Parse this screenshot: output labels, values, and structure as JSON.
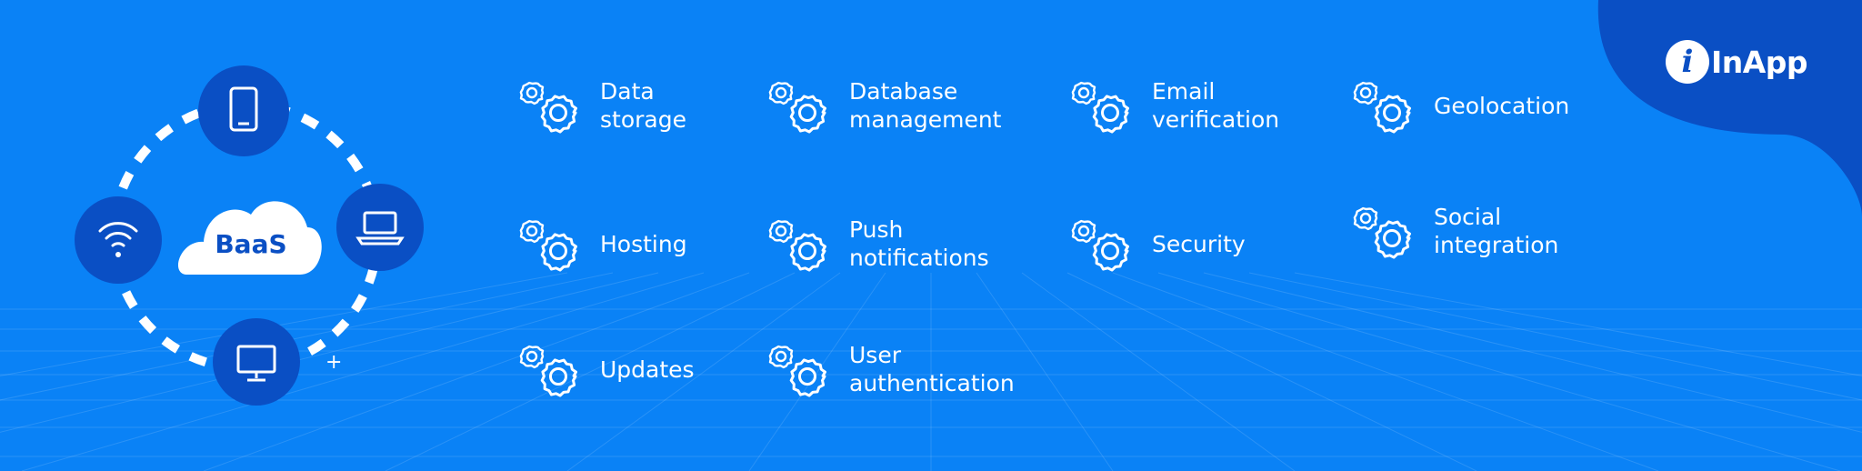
{
  "brand": {
    "name": "InApp",
    "mark": "i",
    "colors": {
      "background": "#0a82f6",
      "dark": "#0a4fc4",
      "text": "#ffffff"
    }
  },
  "diagram": {
    "center_label": "BaaS",
    "nodes": [
      {
        "icon": "tablet-icon"
      },
      {
        "icon": "laptop-icon"
      },
      {
        "icon": "monitor-icon"
      },
      {
        "icon": "wifi-icon"
      }
    ],
    "plus": "+"
  },
  "features": [
    {
      "label": "Data\nstorage",
      "icon": "gears-icon"
    },
    {
      "label": "Database\nmanagement",
      "icon": "gears-icon"
    },
    {
      "label": "Email\nverification",
      "icon": "gears-icon"
    },
    {
      "label": "Geolocation",
      "icon": "gears-icon"
    },
    {
      "label": "Hosting",
      "icon": "gears-icon"
    },
    {
      "label": "Push\nnotifications",
      "icon": "gears-icon"
    },
    {
      "label": "Security",
      "icon": "gears-icon"
    },
    {
      "label": "Social\nintegration",
      "icon": "gears-icon"
    },
    {
      "label": "Updates",
      "icon": "gears-icon"
    },
    {
      "label": "User\nauthentication",
      "icon": "gears-icon"
    }
  ]
}
